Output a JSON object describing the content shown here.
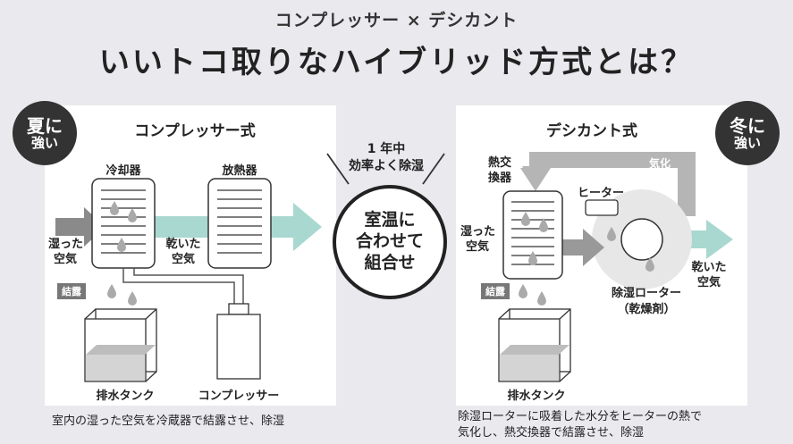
{
  "header": {
    "subtitle": "コンプレッサー × デシカント",
    "title": "いいトコ取りなハイブリッド方式とは？"
  },
  "left": {
    "badge_line1": "夏に",
    "badge_line2": "強い",
    "title": "コンプレッサー式",
    "cooler_label": "冷却器",
    "radiator_label": "放熱器",
    "humid_air_line1": "湿った",
    "humid_air_line2": "空気",
    "dry_air_line1": "乾いた",
    "dry_air_line2": "空気",
    "condensation_tag": "結露",
    "tank_label": "排水タンク",
    "compressor_label": "コンプレッサー",
    "caption": "室内の湿った空気を冷蔵器で結露させ、除湿"
  },
  "center": {
    "note_line1": "1 年中",
    "note_line2": "効率よく除湿",
    "circle_line1": "室温に",
    "circle_line2": "合わせて",
    "circle_line3": "組合せ"
  },
  "right": {
    "badge_line1": "冬に",
    "badge_line2": "強い",
    "title": "デシカント式",
    "heat_exchanger_line1": "熱交",
    "heat_exchanger_line2": "換器",
    "vaporize_label": "気化",
    "heater_label": "ヒーター",
    "humid_air_line1": "湿った",
    "humid_air_line2": "空気",
    "dry_air_line1": "乾いた",
    "dry_air_line2": "空気",
    "condensation_tag": "結露",
    "rotor_line1": "除湿ローター",
    "rotor_line2": "（乾燥剤）",
    "tank_label": "排水タンク",
    "caption_line1": "除湿ローターに吸着した水分をヒーターの熱で",
    "caption_line2": "気化し、熱交換器で結露させ、除湿"
  },
  "colors": {
    "background": "#e9e9ee",
    "panel": "#ffffff",
    "dark": "#333333",
    "teal_arrow": "#a8d8d0",
    "gray_arrow": "#8a8a8a",
    "light_gray_arrow": "#b5b5b5"
  }
}
